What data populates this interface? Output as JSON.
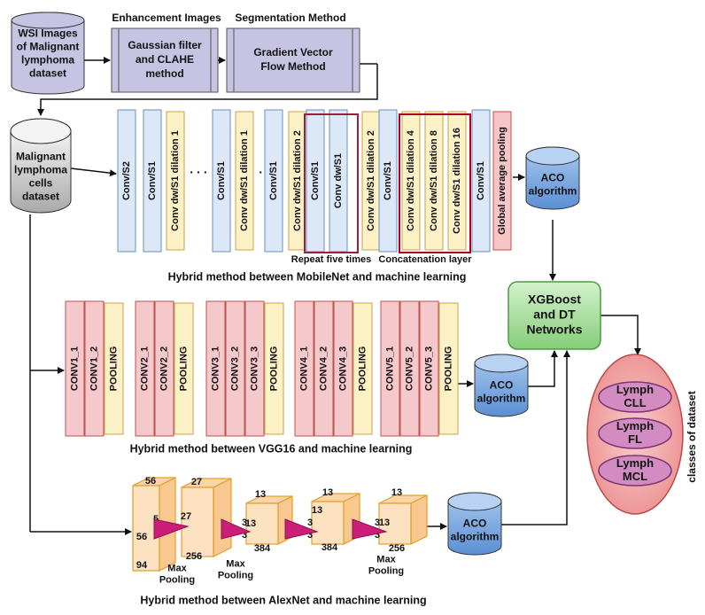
{
  "headers": {
    "enhancement": "Enhancement Images",
    "segmentation": "Segmentation Method"
  },
  "boxes": {
    "wsi": [
      "WSI Images",
      "of Malignant",
      "lymphoma",
      "dataset"
    ],
    "gaussian": [
      "Gaussian filter",
      "and CLAHE",
      "method"
    ],
    "gvf": [
      "Gradient Vector",
      "Flow Method"
    ],
    "cells": [
      "Malignant",
      "lymphoma",
      "cells",
      "dataset"
    ],
    "aco_mobilenet": [
      "ACO",
      "algorithm"
    ],
    "aco_vgg": [
      "ACO",
      "algorithm"
    ],
    "aco_alexnet": [
      "ACO",
      "algorithm"
    ],
    "xgboost": [
      "XGBoost",
      "and DT",
      "Networks"
    ]
  },
  "mobilenet": {
    "layers": [
      {
        "label": "Conv/S2",
        "kind": "conv"
      },
      {
        "label": "Conv/S1",
        "kind": "conv"
      },
      {
        "label": "Conv dw/S1 dilation 1",
        "kind": "dw"
      },
      {
        "label": ". . .",
        "kind": "dots"
      },
      {
        "label": "Conv/S1",
        "kind": "conv"
      },
      {
        "label": "Conv dw/S1 dilation 1",
        "kind": "dw"
      },
      {
        "label": ". . .",
        "kind": "dots"
      },
      {
        "label": "Conv/S1",
        "kind": "conv"
      },
      {
        "label": "Conv dw/S1 dilation 2",
        "kind": "dw"
      },
      {
        "label": "Conv/S1",
        "kind": "conv"
      },
      {
        "label": "Conv dw/S1",
        "kind": "conv"
      },
      {
        "label": "Conv dw/S1 dilation 2",
        "kind": "dw"
      },
      {
        "label": "Conv/S1",
        "kind": "conv"
      },
      {
        "label": "Conv dw/S1 dilation 4",
        "kind": "dw"
      },
      {
        "label": "Conv dw/S1 dilation 8",
        "kind": "dw"
      },
      {
        "label": "Conv dw/S1 dilation 16",
        "kind": "dw"
      },
      {
        "label": "Conv/S1",
        "kind": "conv"
      },
      {
        "label": "Global average pooling",
        "kind": "gap"
      }
    ],
    "repeat_label": "Repeat five times",
    "concat_label": "Concatenation layer",
    "title": "Hybrid method between MobileNet and machine learning"
  },
  "vgg": {
    "blocks": [
      [
        "CONV1_1",
        "CONV1_2",
        "POOLING"
      ],
      [
        "CONV2_1",
        "CONV2_2",
        "POOLING"
      ],
      [
        "CONV3_1",
        "CONV3_2",
        "CONV3_3",
        "POOLING"
      ],
      [
        "CONV4_1",
        "CONV4_2",
        "CONV4_3",
        "POOLING"
      ],
      [
        "CONV5_1",
        "CONV5_2",
        "CONV5_3",
        "POOLING"
      ]
    ],
    "title": "Hybrid method between VGG16 and machine learning"
  },
  "alexnet": {
    "cube1": {
      "top": "56",
      "left": "56",
      "bottom": "94",
      "k1": "5",
      "k2": "5"
    },
    "cube2": {
      "top": "27",
      "mid": "27",
      "bottom": "256"
    },
    "cube3": {
      "top": "13",
      "left1": "3",
      "left2": "3",
      "mid": "13",
      "bottom": "384"
    },
    "cube4": {
      "top": "13",
      "left1": "3",
      "left2": "3",
      "mid": "13",
      "bottom": "384"
    },
    "cube5": {
      "top": "13",
      "left1": "3",
      "left2": "3",
      "mid": "13",
      "bottom": "256"
    },
    "pool1": [
      "Max",
      "Pooling"
    ],
    "pool2": [
      "Max",
      "Pooling"
    ],
    "pool3": [
      "Max",
      "Pooling"
    ],
    "title": "Hybrid method between AlexNet and machine learning"
  },
  "classes": {
    "items": [
      [
        "Lymph",
        "CLL"
      ],
      [
        "Lymph",
        "FL"
      ],
      [
        "Lymph",
        "MCL"
      ]
    ],
    "side_label": "classes of dataset"
  },
  "colors": {
    "purple": "#c7c4e3",
    "conv_blue": "#dce8f7",
    "dw_yellow": "#fdf1c6",
    "gap_pink": "#f6c6c6",
    "vgg_pink": "#f5c9cc",
    "vgg_pool": "#fdf1c6",
    "cube": "#fde2c2",
    "cube_edge": "#e0a02a",
    "pool_tri": "#cc1d79",
    "green": "#93d68a",
    "class_outer": "#f1a0a0",
    "class_inner": "#d28cc2",
    "repeat_border": "#9b1f3c",
    "concat_border": "#b00020"
  }
}
